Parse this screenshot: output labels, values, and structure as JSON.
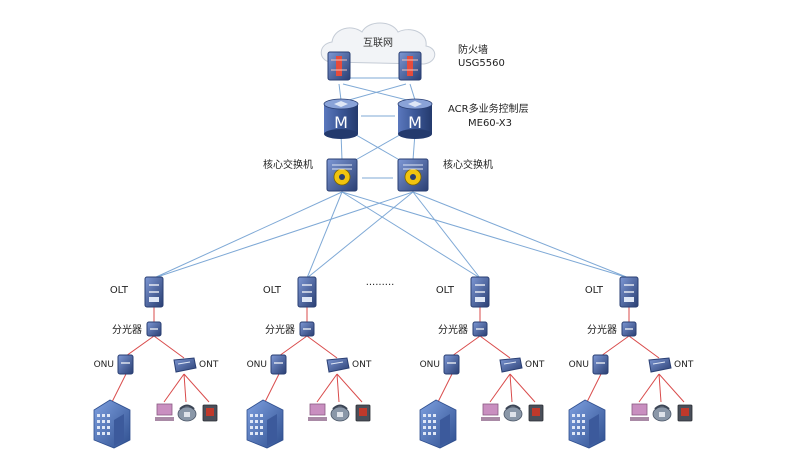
{
  "internet": {
    "label": "互联网"
  },
  "firewall": {
    "name": "防火墙",
    "model": "USG5560"
  },
  "acr": {
    "name": "ACR多业务控制层",
    "model": "ME60-X3",
    "icon_letter": "M"
  },
  "core_switch": {
    "label": "核心交换机"
  },
  "ellipsis": "·········",
  "access_units": [
    {
      "olt": "OLT",
      "splitter": "分光器",
      "onu": "ONU",
      "ont": "ONT"
    },
    {
      "olt": "OLT",
      "splitter": "分光器",
      "onu": "ONU",
      "ont": "ONT"
    },
    {
      "olt": "OLT",
      "splitter": "分光器",
      "onu": "ONU",
      "ont": "ONT"
    },
    {
      "olt": "OLT",
      "splitter": "分光器",
      "onu": "ONU",
      "ont": "ONT"
    }
  ],
  "colors": {
    "blue_link": "#7fa9d6",
    "red_link": "#d94b4b",
    "device_blue": "#3d5a9e",
    "device_dark": "#2a3f73",
    "building": "#4a6fb5",
    "pc": "#c98fc0",
    "phone": "#8a97a8",
    "terminal_red": "#c0392b"
  },
  "icons": [
    "cloud-icon",
    "firewall-icon",
    "router-icon",
    "core-switch-icon",
    "olt-icon",
    "splitter-icon",
    "onu-icon",
    "ont-icon",
    "building-icon",
    "pc-icon",
    "phone-icon",
    "terminal-icon"
  ]
}
